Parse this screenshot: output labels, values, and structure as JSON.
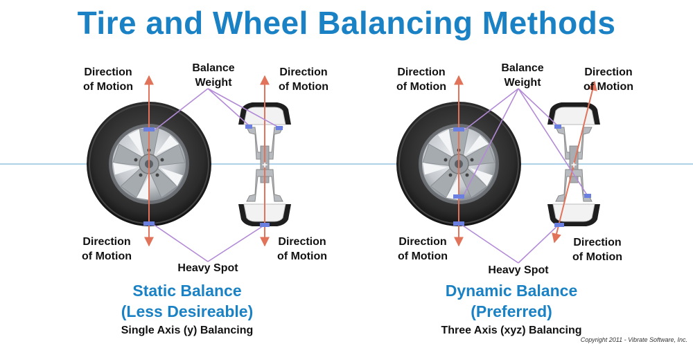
{
  "title": "Tire and Wheel Balancing Methods",
  "left": {
    "top_left_label": [
      "Direction",
      "of Motion"
    ],
    "top_mid_label": [
      "Balance",
      "Weight"
    ],
    "top_right_label": [
      "Direction",
      "of Motion"
    ],
    "bottom_left_label": [
      "Direction",
      "of Motion"
    ],
    "bottom_mid_label": "Heavy Spot",
    "bottom_right_label": [
      "Direction",
      "of Motion"
    ],
    "subtitle": [
      "Static Balance",
      "(Less Desireable)"
    ],
    "note": "Single Axis (y) Balancing"
  },
  "right": {
    "top_left_label": [
      "Direction",
      "of Motion"
    ],
    "top_mid_label": [
      "Balance",
      "Weight"
    ],
    "top_right_label": [
      "Direction",
      "of Motion"
    ],
    "bottom_left_label": [
      "Direction",
      "of Motion"
    ],
    "bottom_mid_label": "Heavy Spot",
    "bottom_right_label": [
      "Direction",
      "of Motion"
    ],
    "subtitle": [
      "Dynamic Balance",
      "(Preferred)"
    ],
    "note": "Three Axis (xyz) Balancing"
  },
  "copyright": "Copyright 2011 - Vibrate Software, Inc.",
  "colors": {
    "title": "#1a82c4",
    "axis_line": "#7fb7da",
    "motion_arrow": "#e0735a",
    "leader_line": "#b28ad6",
    "weight_marker": "#6a7fe0",
    "tire": "#2b2b2b",
    "rim": "#c9cdd2"
  },
  "icons": [
    "tire-wheel-icon",
    "tire-cross-section-icon",
    "balance-weight-icon"
  ]
}
